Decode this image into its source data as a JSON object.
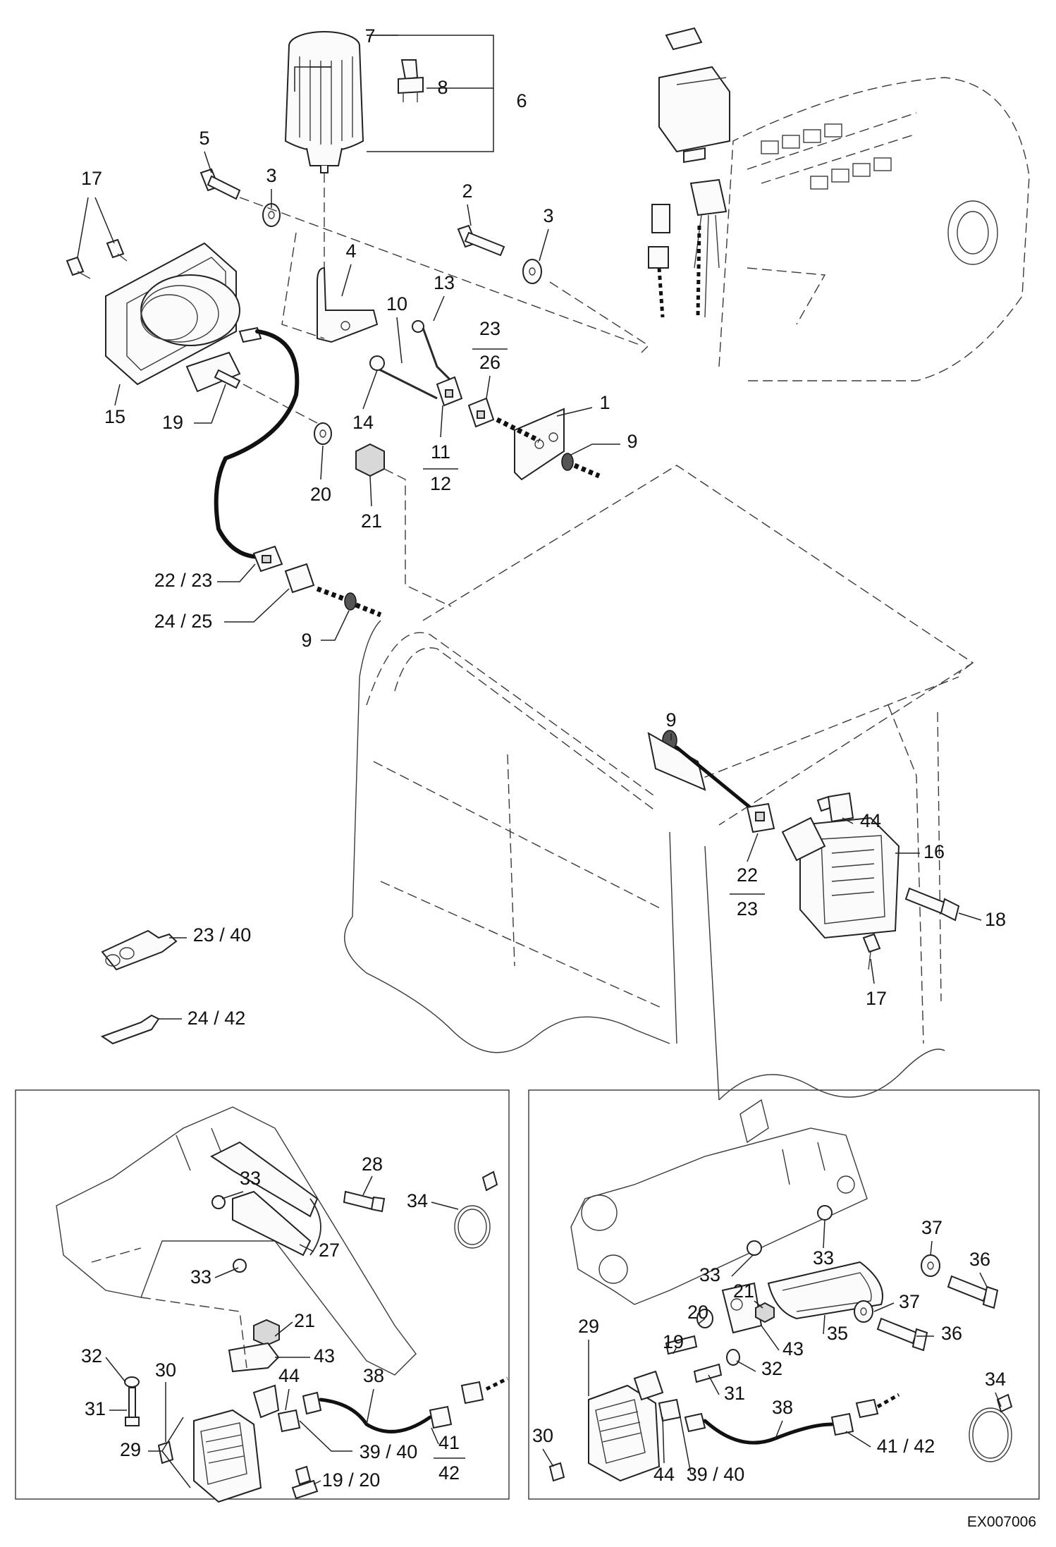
{
  "drawing_code": "EX007006",
  "callouts": {
    "c1": "1",
    "c2": "2",
    "c3a": "3",
    "c3b": "3",
    "c4": "4",
    "c5": "5",
    "c6": "6",
    "c7": "7",
    "c8": "8",
    "c9a": "9",
    "c9b": "9",
    "c9c": "9",
    "c10": "10",
    "c11": "11",
    "c12": "12",
    "c13": "13",
    "c14": "14",
    "c15": "15",
    "c16": "16",
    "c17a": "17",
    "c17b": "17",
    "c18": "18",
    "c19": "19",
    "c20": "20",
    "c21": "21",
    "c22_23": "22 / 23",
    "c22": "22",
    "c23a": "23",
    "c23b": "23",
    "c26": "26",
    "c24_25": "24 / 25",
    "c23_40": "23 / 40",
    "c24_42": "24 / 42",
    "c44": "44"
  },
  "left_inset": {
    "c28": "28",
    "c34": "34",
    "c33a": "33",
    "c33b": "33",
    "c27": "27",
    "c21": "21",
    "c43": "43",
    "c32": "32",
    "c30": "30",
    "c31": "31",
    "c44": "44",
    "c38": "38",
    "c29": "29",
    "c39_40": "39 / 40",
    "c41": "41",
    "c42": "42",
    "c19_20": "19 / 20"
  },
  "right_inset": {
    "c37a": "37",
    "c36a": "36",
    "c33a": "33",
    "c33b": "33",
    "c21": "21",
    "c37b": "37",
    "c29": "29",
    "c20": "20",
    "c19": "19",
    "c43": "43",
    "c35": "35",
    "c36b": "36",
    "c32": "32",
    "c31": "31",
    "c38": "38",
    "c30": "30",
    "c44": "44",
    "c39_40": "39 / 40",
    "c41_42": "41 / 42",
    "c34": "34"
  }
}
